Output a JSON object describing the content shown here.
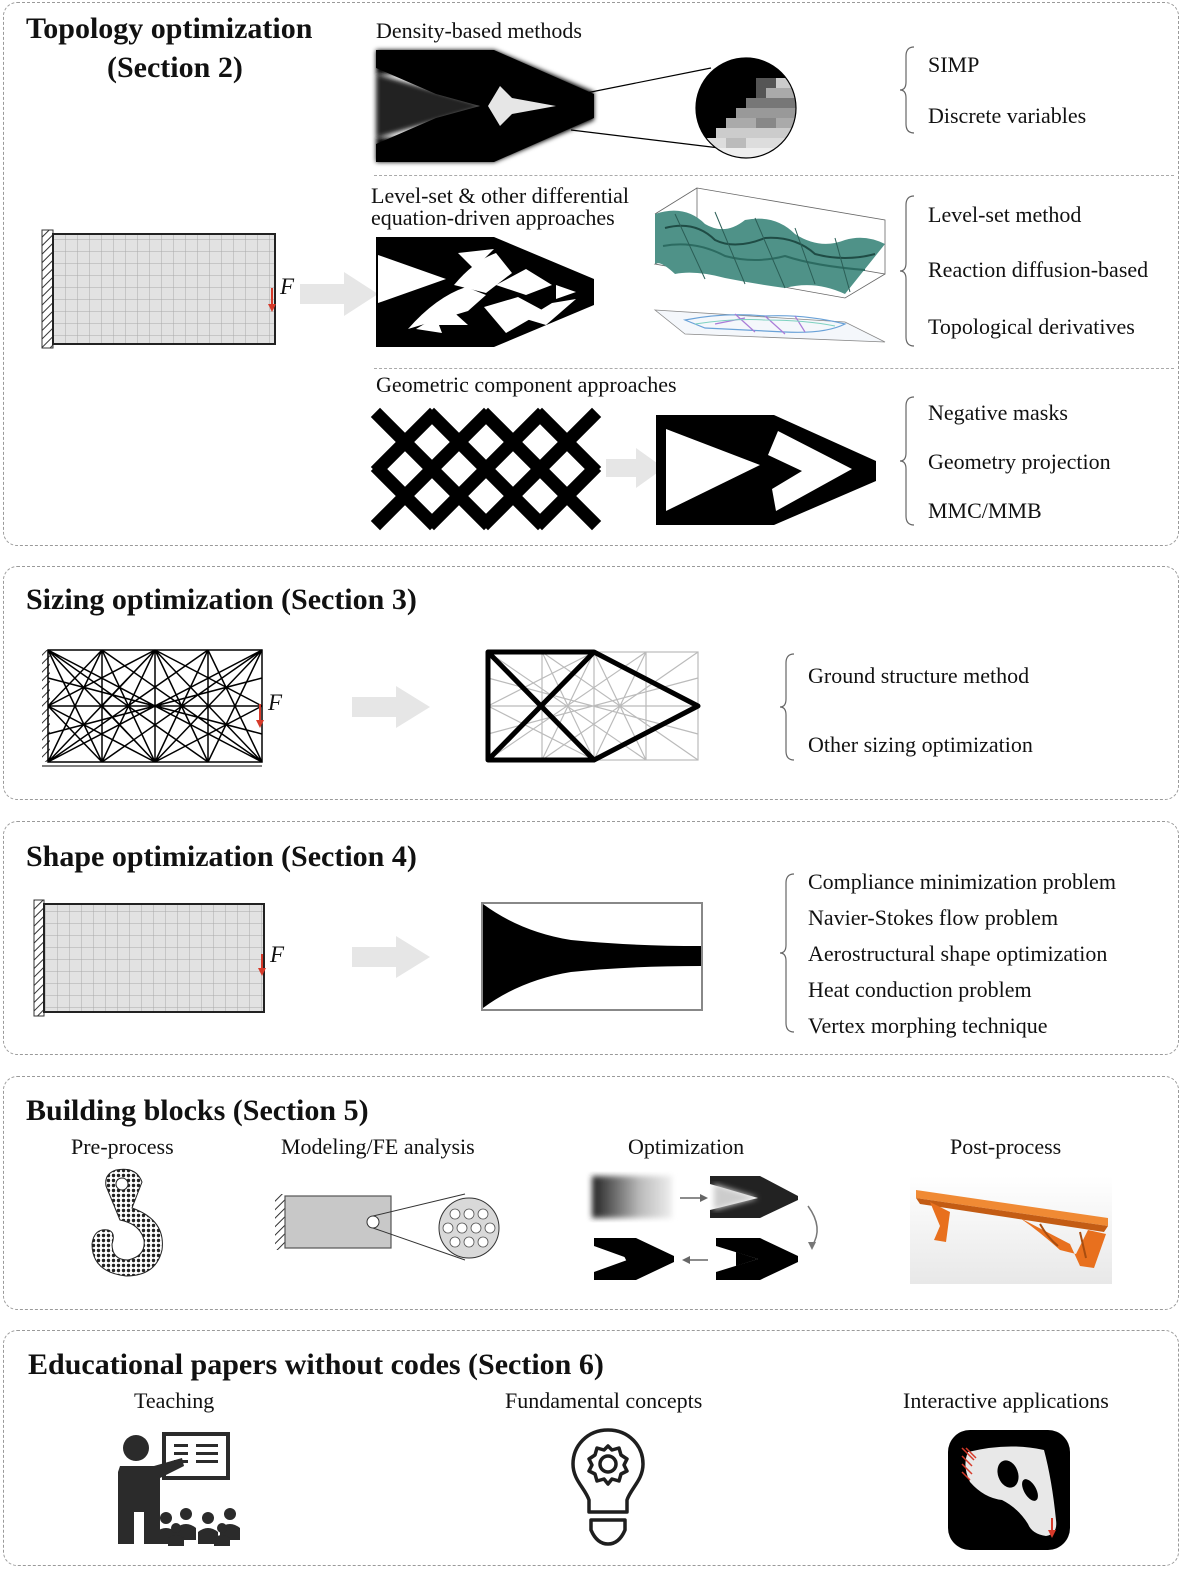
{
  "topology": {
    "title_line1": "Topology optimization",
    "title_line2": "(Section 2)",
    "density_label": "Density-based methods",
    "density_items": [
      "SIMP",
      "Discrete variables"
    ],
    "levelset_label_line1": "Level-set & other differential",
    "levelset_label_line2": "equation-driven approaches",
    "levelset_items": [
      "Level-set method",
      "Reaction diffusion-based",
      "Topological derivatives"
    ],
    "geometric_label": "Geometric component approaches",
    "geometric_items": [
      "Negative masks",
      "Geometry projection",
      "MMC/MMB"
    ],
    "force_label": "F"
  },
  "sizing": {
    "title": "Sizing optimization (Section 3)",
    "items": [
      "Ground structure method",
      "Other sizing optimization"
    ],
    "force_label": "F"
  },
  "shape": {
    "title": "Shape optimization (Section 4)",
    "items": [
      "Compliance minimization problem",
      "Navier-Stokes flow problem",
      "Aerostructural shape optimization",
      "Heat conduction problem",
      "Vertex morphing technique"
    ],
    "force_label": "F"
  },
  "blocks": {
    "title": "Building blocks (Section 5)",
    "labels": [
      "Pre-process",
      "Modeling/FE analysis",
      "Optimization",
      "Post-process"
    ]
  },
  "education": {
    "title": "Educational papers without codes (Section 6)",
    "labels": [
      "Teaching",
      "Fundamental concepts",
      "Interactive applications"
    ]
  },
  "colors": {
    "accent_red": "#d63a2a",
    "orange": "#e8701e",
    "arrow_gray": "#e6e6e6",
    "grid_fill": "#e4e4e4"
  }
}
